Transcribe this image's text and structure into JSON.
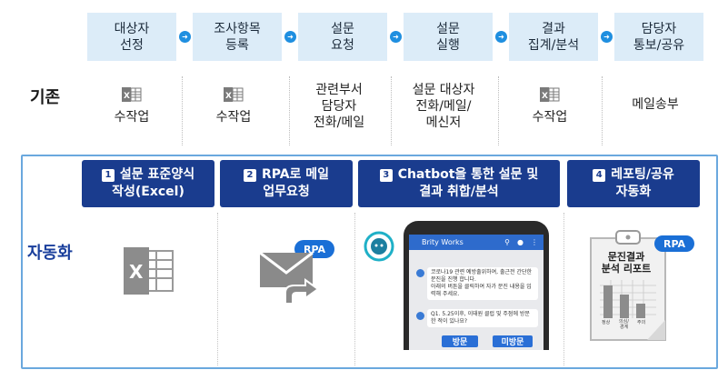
{
  "steps": [
    "대상자\n선정",
    "조사항목\n등록",
    "설문\n요청",
    "설문\n실행",
    "결과\n집계/분석",
    "담당자\n통보/공유"
  ],
  "legacy": {
    "label": "기존",
    "cells": [
      {
        "icon": "excel-icon",
        "text": "수작업"
      },
      {
        "icon": "excel-icon",
        "text": "수작업"
      },
      {
        "icon": "",
        "text": "관련부서\n담당자\n전화/메일"
      },
      {
        "icon": "",
        "text": "설문 대상자\n전화/메일/\n메신저"
      },
      {
        "icon": "excel-icon",
        "text": "수작업"
      },
      {
        "icon": "",
        "text": "메일송부"
      }
    ]
  },
  "automation": {
    "label": "자동화",
    "headers": [
      {
        "num": "1",
        "text": "설문 표준양식\n작성(Excel)"
      },
      {
        "num": "2",
        "text": "RPA로 메일\n업무요청"
      },
      {
        "num": "3",
        "text": "Chatbot을 통한 설문 및\n결과 취합/분석"
      },
      {
        "num": "4",
        "text": "레포팅/공유\n자동화"
      }
    ],
    "rpa_badge": "RPA",
    "phone": {
      "app_title": "Brity Works",
      "msg1": "코로나19 관련 예방출위하여, 출근전 간단한 문진을 진행 합니다.\n아래의 버튼을 클릭하여 자가 문진 내용을 입력해 주세요.",
      "msg2": "Q1. 5.25이후, 이태원 클럽 및 주점에 방문한 적이 있나요?",
      "btn_yes": "방문",
      "btn_no": "미방문"
    },
    "report": {
      "title": "문진결과\n분석 리포트",
      "bar_labels": [
        "정상",
        "의심/\n경계",
        "주의"
      ]
    }
  },
  "colors": {
    "step_bg": "#dcecf8",
    "arrow": "#1f8fe0",
    "header_bg": "#1a3c8e",
    "box_border": "#6aa8de",
    "excel": "#7a7a7a",
    "rpa": "#1a6fd6"
  }
}
